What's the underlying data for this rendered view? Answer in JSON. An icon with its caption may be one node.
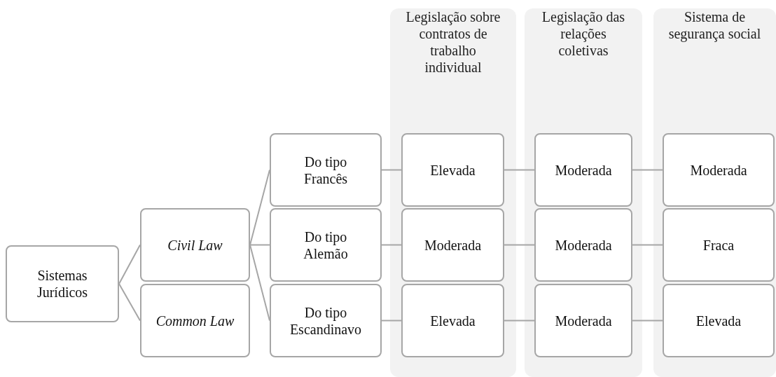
{
  "diagram": {
    "nodes": [
      {
        "text": [
          "Sistemas Jurídicos"
        ]
      },
      {
        "text": [
          "Civil Law"
        ]
      },
      {
        "text": [
          "Common Law"
        ]
      },
      {
        "text": [
          "Do tipo Francês"
        ]
      },
      {
        "text": [
          "Do tipo Alemão"
        ]
      },
      {
        "text": [
          "Do tipo Escandinavo"
        ]
      },
      {
        "text": [
          "Legislação sobre contratos de trabalho individual"
        ]
      },
      {
        "text": [
          "Elevada"
        ],
        "in": 6
      },
      {
        "text": [
          "Moderada"
        ],
        "in": 6
      },
      {
        "text": [
          "Elevada"
        ],
        "in": 6
      },
      {
        "text": [
          "Legislação das relações coletivas"
        ]
      },
      {
        "text": [
          "Moderada"
        ],
        "in": 10
      },
      {
        "text": [
          "Moderada"
        ],
        "in": 10
      },
      {
        "text": [
          "Moderada"
        ],
        "in": 10
      },
      {
        "text": [
          "Sistema de segurança social"
        ]
      },
      {
        "text": [
          "Moderada"
        ],
        "in": 14
      },
      {
        "text": [
          "Fraca"
        ],
        "in": 14
      },
      {
        "text": [
          "Elevada"
        ],
        "in": 14
      }
    ],
    "edges": [
      {
        "from": 0,
        "to": 1,
        "arrow": "none"
      },
      {
        "from": 0,
        "to": 2,
        "arrow": "none"
      },
      {
        "from": 1,
        "to": 3,
        "arrow": "none"
      },
      {
        "from": 1,
        "to": 4,
        "arrow": "none"
      },
      {
        "from": 1,
        "to": 5,
        "arrow": "none"
      },
      {
        "from": 3,
        "to": 7,
        "arrow": "none"
      },
      {
        "from": 7,
        "to": 11,
        "arrow": "none"
      },
      {
        "from": 11,
        "to": 15,
        "arrow": "none"
      },
      {
        "from": 4,
        "to": 8,
        "arrow": "none"
      },
      {
        "from": 8,
        "to": 12,
        "arrow": "none"
      },
      {
        "from": 12,
        "to": 16,
        "arrow": "none"
      },
      {
        "from": 5,
        "to": 9,
        "arrow": "none"
      },
      {
        "from": 9,
        "to": 13,
        "arrow": "none"
      },
      {
        "from": 13,
        "to": 17,
        "arrow": "none"
      }
    ]
  }
}
